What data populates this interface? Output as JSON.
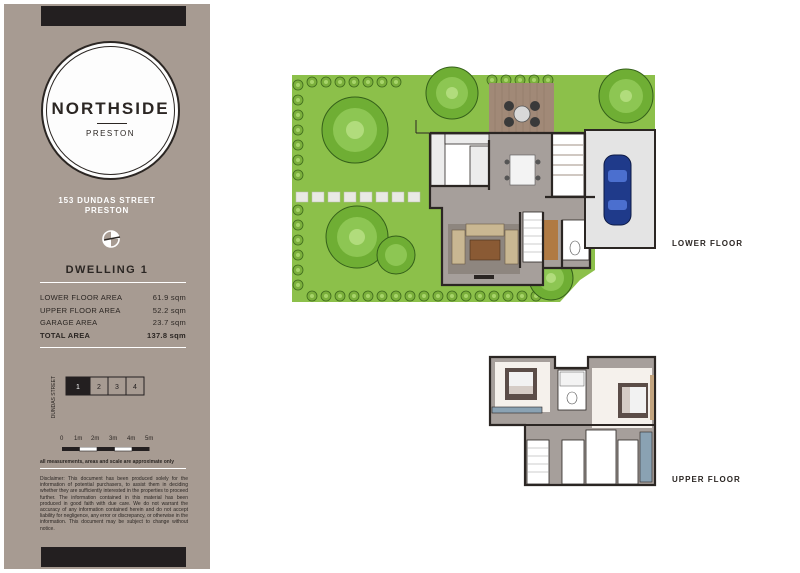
{
  "brand": {
    "name": "NORTHSIDE",
    "suburb": "PRESTON"
  },
  "address": {
    "line1": "153 DUNDAS STREET",
    "line2": "PRESTON"
  },
  "dwelling_title": "DWELLING 1",
  "areas": [
    {
      "label": "LOWER FLOOR AREA",
      "value": "61.9 sqm"
    },
    {
      "label": "UPPER FLOOR AREA",
      "value": "52.2 sqm"
    },
    {
      "label": "GARAGE AREA",
      "value": "23.7 sqm"
    }
  ],
  "total": {
    "label": "TOTAL AREA",
    "value": "137.8 sqm"
  },
  "key_plan": {
    "street_label": "DUNDAS STREET",
    "units": [
      "1",
      "2",
      "3",
      "4"
    ],
    "highlighted": "1"
  },
  "scale": {
    "labels": [
      "0",
      "1m",
      "2m",
      "3m",
      "4m",
      "5m"
    ],
    "note": "all measurements, areas and scale are approximate only"
  },
  "disclaimer": "Disclaimer: This document has been produced solely for the information of potential purchasers, to assist them in deciding whether they are sufficiently interested in the properties to proceed further. The information contained in this material has been produced in good faith with due care. We do not warrant the accuracy of any information contained herein and do not accept liability for negligence, any error or discrepancy, or otherwise in the information. This document may be subject to change without notice.",
  "floors": {
    "lower_label": "LOWER FLOOR",
    "upper_label": "UPPER FLOOR"
  },
  "colors": {
    "sidebar": "#a79b92",
    "lawn": "#8cc04a",
    "walls": "#2b2623",
    "floor": "#a69f9b",
    "garage": "#e4e4e4",
    "car": "#1f3a8a",
    "bed": "#5b4d48",
    "deck": "#a18977"
  }
}
